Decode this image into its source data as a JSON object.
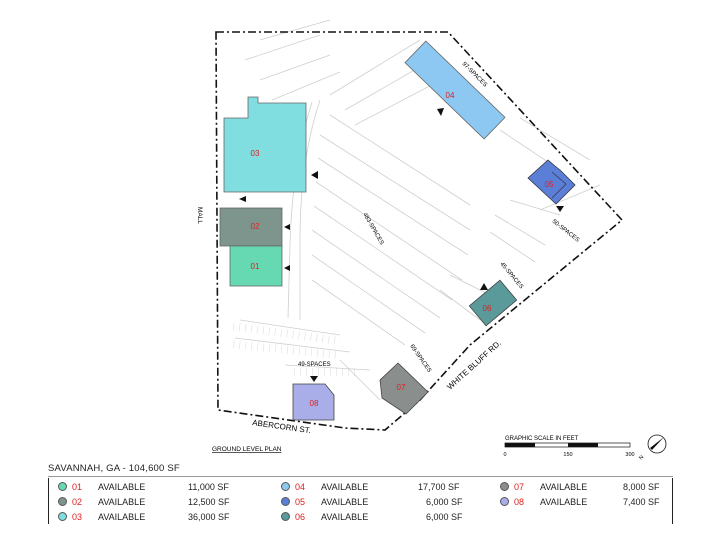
{
  "map": {
    "street_labels": {
      "mall": "MALL",
      "abercorn": "ABERCORN ST.",
      "white_bluff": "WHITE BLUFF RD."
    },
    "parking_labels": {
      "p97": "97-SPACES",
      "p483": "483-SPACES",
      "p50": "50-SPACES",
      "p45": "45-SPACES",
      "p69": "69-SPACES",
      "p49": "49-SPACES"
    },
    "plan_caption": "GROUND LEVEL PLAN",
    "scale": {
      "title": "GRAPHIC SCALE IN FEET",
      "ticks": [
        "0",
        "150",
        "300"
      ]
    },
    "north_label": "N",
    "buildings": [
      {
        "id": "01",
        "color": "#66d9b2"
      },
      {
        "id": "02",
        "color": "#7e958d"
      },
      {
        "id": "03",
        "color": "#80dde0"
      },
      {
        "id": "04",
        "color": "#8cc8f2"
      },
      {
        "id": "05",
        "color": "#5b7fd6"
      },
      {
        "id": "06",
        "color": "#5b9a9b"
      },
      {
        "id": "07",
        "color": "#8a8f8e"
      },
      {
        "id": "08",
        "color": "#a9aee8"
      }
    ]
  },
  "legend": {
    "title": "SAVANNAH, GA - 104,600 SF",
    "items": [
      {
        "num": "01",
        "status": "AVAILABLE",
        "size": "11,000 SF",
        "color": "#66d9b2"
      },
      {
        "num": "02",
        "status": "AVAILABLE",
        "size": "12,500 SF",
        "color": "#7e958d"
      },
      {
        "num": "03",
        "status": "AVAILABLE",
        "size": "36,000 SF",
        "color": "#80dde0"
      },
      {
        "num": "04",
        "status": "AVAILABLE",
        "size": "17,700 SF",
        "color": "#8cc8f2"
      },
      {
        "num": "05",
        "status": "AVAILABLE",
        "size": "6,000 SF",
        "color": "#5b7fd6"
      },
      {
        "num": "06",
        "status": "AVAILABLE",
        "size": "6,000 SF",
        "color": "#5b9a9b"
      },
      {
        "num": "07",
        "status": "AVAILABLE",
        "size": "8,000 SF",
        "color": "#8a8f8e"
      },
      {
        "num": "08",
        "status": "AVAILABLE",
        "size": "7,400 SF",
        "color": "#a9aee8"
      }
    ]
  }
}
